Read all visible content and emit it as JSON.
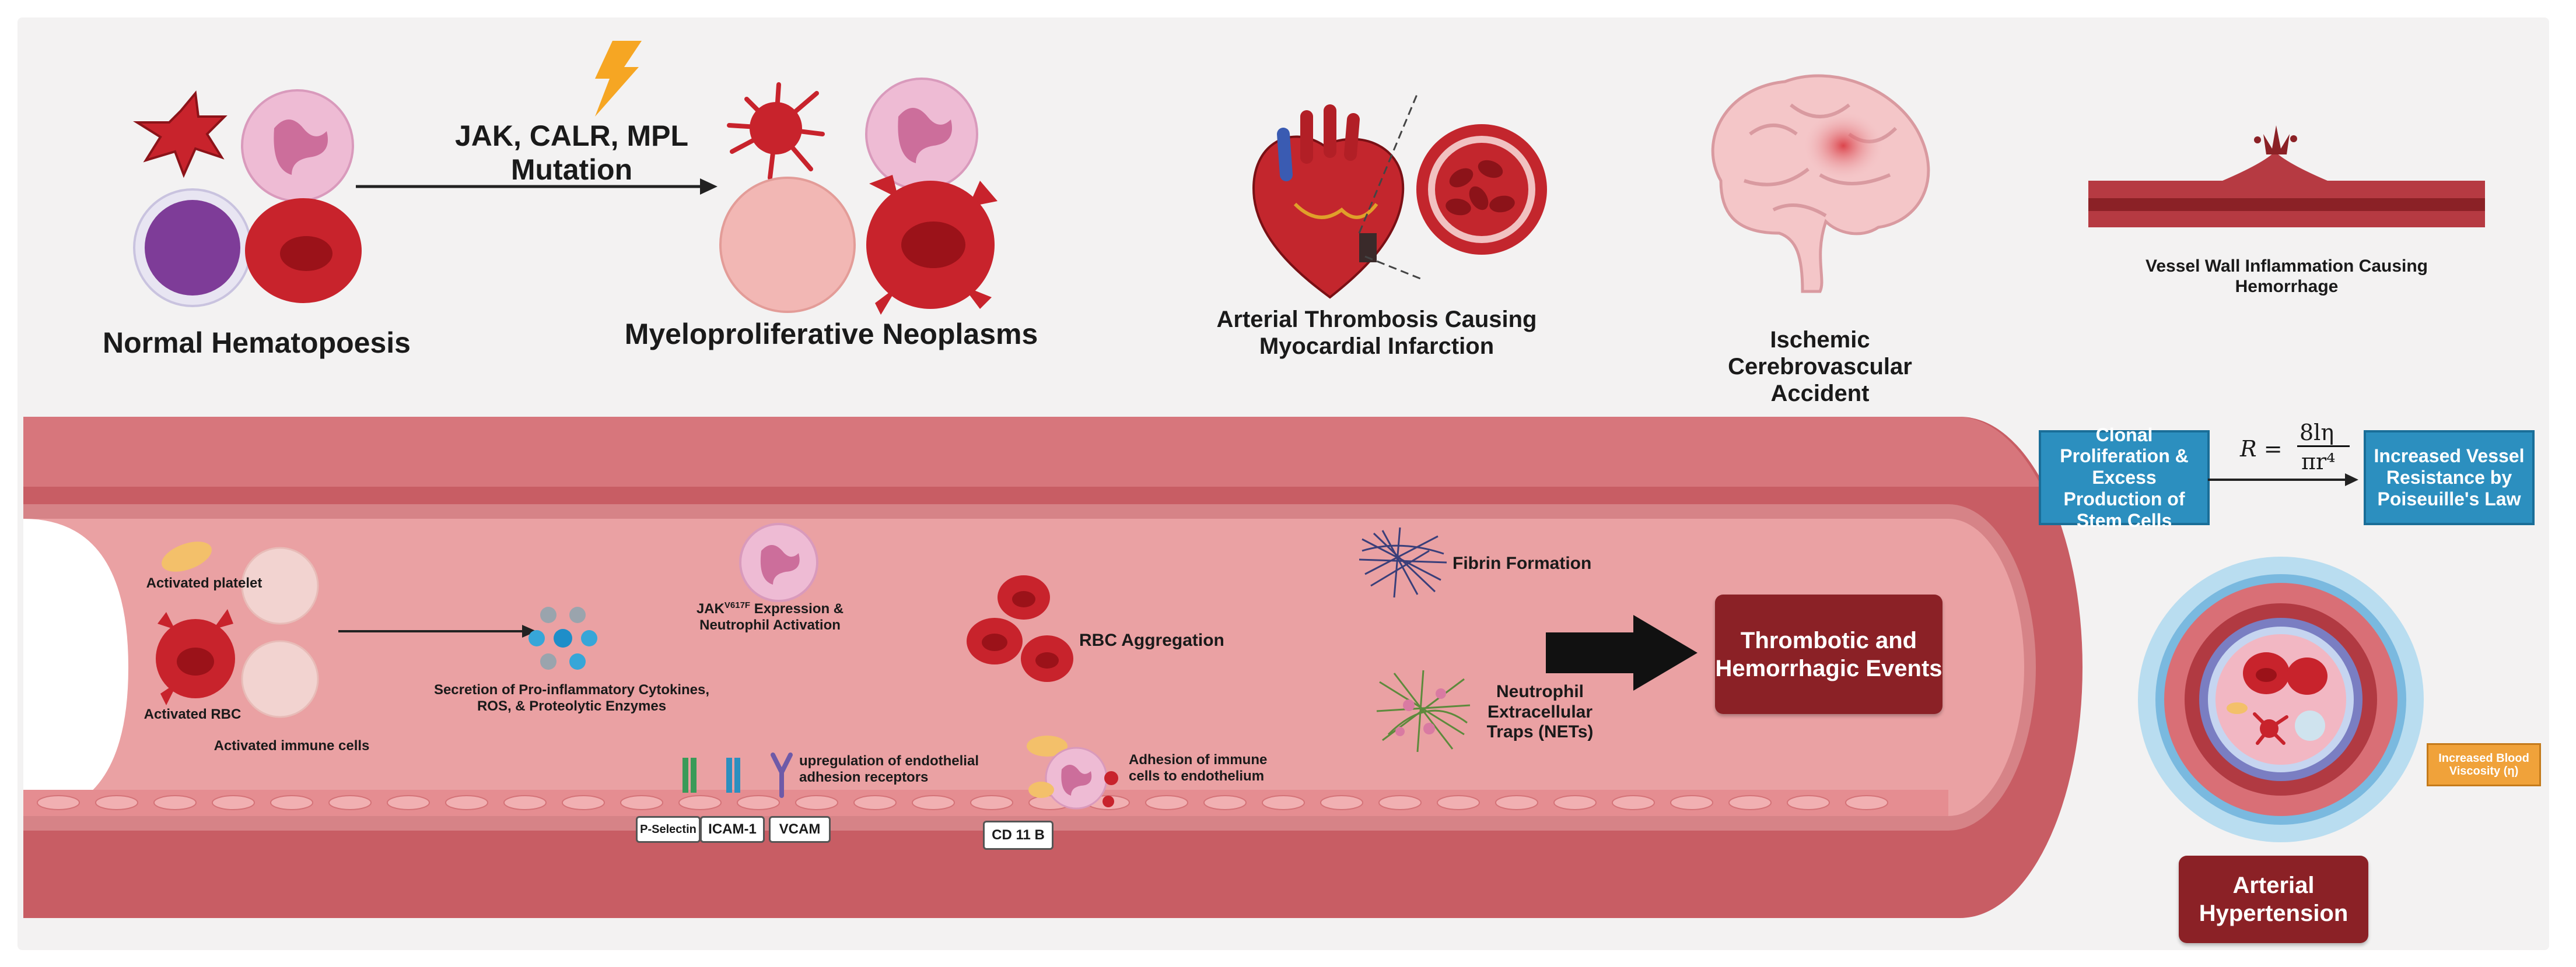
{
  "top": {
    "normal_label": "Normal Hematopoesis",
    "mutation_label": "JAK, CALR, MPL Mutation",
    "mpn_label": "Myeloproliferative Neoplasms",
    "mi_label": "Arterial Thrombosis Causing Myocardial Infarction",
    "stroke_label": "Ischemic Cerebrovascular Accident",
    "vessel_label": "Vessel Wall Inflammation Causing Hemorrhage"
  },
  "vessel": {
    "activated_platelet": "Activated platelet",
    "activated_rbc": "Activated RBC",
    "activated_immune": "Activated immune cells",
    "secretion": "Secretion of Pro-inflammatory Cytokines, ROS, & Proteolytic Enzymes",
    "jak_prefix": "JAK",
    "jak_superscript": "V617F",
    "jak_suffix": " Expression &",
    "neutrophil_activation": "Neutrophil Activation",
    "rbc_aggregation": "RBC Aggregation",
    "fibrin": "Fibrin Formation",
    "nets": "Neutrophil Extracellular Traps (NETs)",
    "upregulation": "upregulation of endothelial adhesion receptors",
    "adhesion": "Adhesion of immune cells to endothelium",
    "p_selectin": "P-Selectin",
    "icam": "ICAM-1",
    "vcam": "VCAM",
    "cd11b": "CD 11 B",
    "events": "Thrombotic and Hemorrhagic Events"
  },
  "right": {
    "clonal": "Clonal Proliferation & Excess Production of Stem Cells",
    "formula_lhs": "R =",
    "formula_num": "8lη",
    "formula_den": "πr⁴",
    "resistance": "Increased Vessel Resistance by Poiseuille's Law",
    "viscosity": "Increased Blood Viscosity (η)",
    "hypertension": "Arterial Hypertension"
  },
  "colors": {
    "vessel_outer": "#c85d64",
    "vessel_lumen": "#eba0a2",
    "rbc": "#c8232c",
    "maroon": "#8b2126",
    "teal": "#2c8fbf",
    "orange": "#f0a23a"
  }
}
